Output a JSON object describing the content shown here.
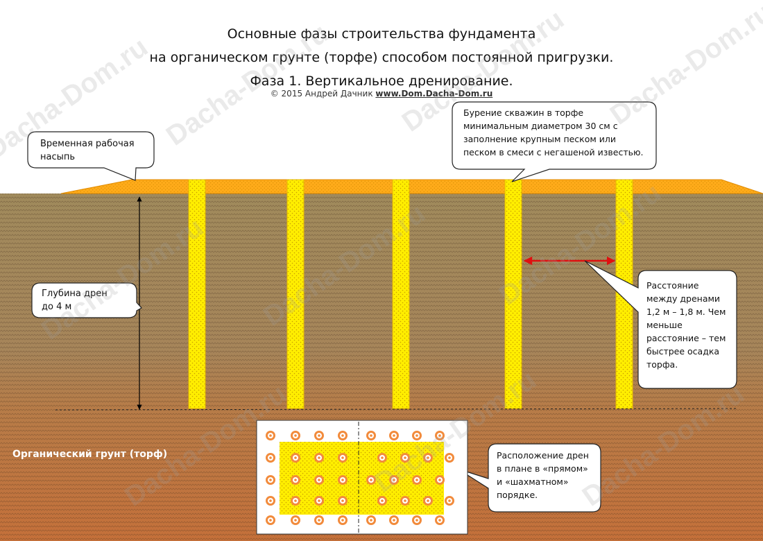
{
  "title": {
    "line1": "Основные фазы строительства фундамента",
    "line2": "на органическом грунте (торфе) способом постоянной пригрузки.",
    "line3": "Фаза 1. Вертикальное дренирование."
  },
  "copyright": {
    "text": "© 2015 Андрей Дачник ",
    "site": "www.Dom.Dacha-Dom.ru"
  },
  "callouts": {
    "embankment": [
      "Временная рабочая",
      "насыпь"
    ],
    "drilling": [
      "Бурение скважин в торфе",
      "минимальным диаметром 30 см с",
      "заполнение крупным песком или",
      "песком в смеси с негашеной известью."
    ],
    "depth": [
      "Глубина дрен",
      "до 4 м"
    ],
    "distance": [
      "Расстояние",
      "между дренами",
      "1,2 м – 1,8 м. Чем",
      "меньше",
      "расстояние – тем",
      "быстрее осадка",
      "торфа."
    ],
    "layout": [
      "Расположение дрен",
      "в плане в «прямом»",
      "и «шахматном»",
      "порядке."
    ]
  },
  "soil_label": "Органический грунт (торф)",
  "watermark": "Dacha-Dom.ru",
  "colors": {
    "soil_upper": "#a08a5c",
    "soil_lower": "#c2703c",
    "sand": "#ffee00",
    "embankment": "#ffab1a",
    "arrow_red": "#e01010",
    "drain_ring": "#f28b3c"
  },
  "drains": {
    "count": 5,
    "depth_m": 4
  }
}
